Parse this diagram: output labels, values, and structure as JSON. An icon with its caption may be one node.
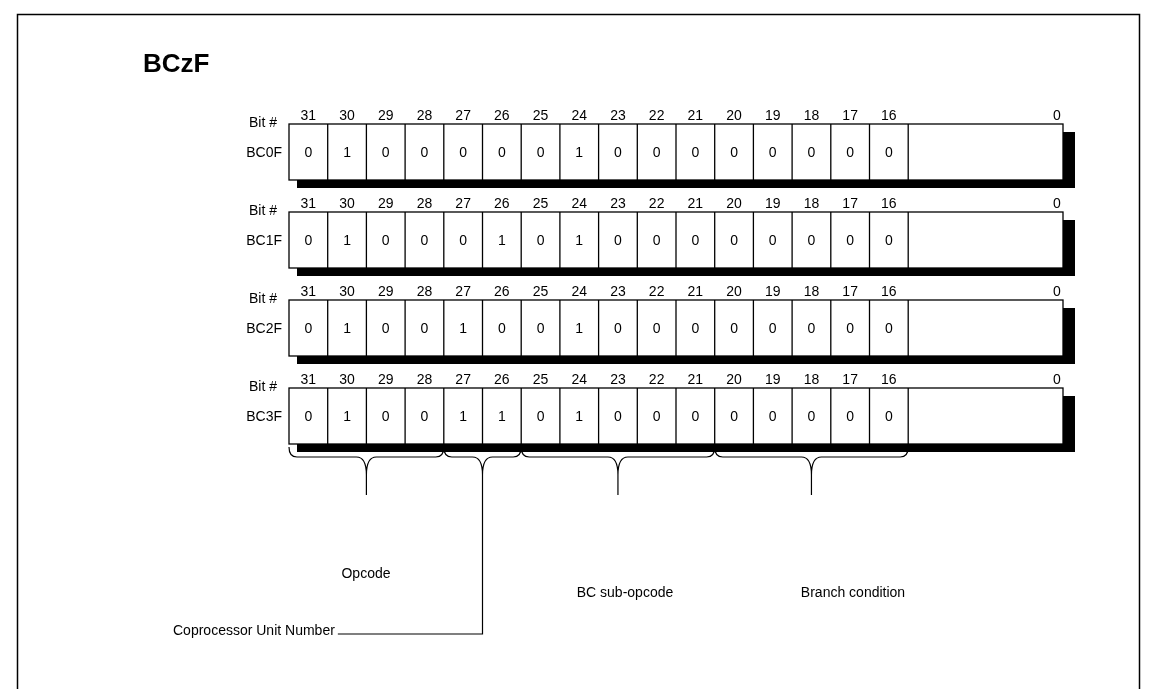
{
  "diagram": {
    "title": "BCzF",
    "nodes": [
      {
        "text": [
          "Coprocessor Unit Number"
        ]
      },
      {
        "text": [],
        "shape": "bracket"
      }
    ],
    "edges": [
      {
        "from": 0,
        "to": 1,
        "arrow": "none"
      }
    ],
    "labels": [
      "Bit #",
      "31",
      "30",
      "29",
      "28",
      "27",
      "26",
      "25",
      "24",
      "23",
      "22",
      "21",
      "20",
      "19",
      "18",
      "17",
      "16",
      "0",
      "BC0F",
      "0",
      "1",
      "0",
      "0",
      "0",
      "0",
      "0",
      "1",
      "0",
      "0",
      "0",
      "0",
      "0",
      "0",
      "0",
      "0",
      "Bit #",
      "31",
      "30",
      "29",
      "28",
      "27",
      "26",
      "25",
      "24",
      "23",
      "22",
      "21",
      "20",
      "19",
      "18",
      "17",
      "16",
      "0",
      "BC1F",
      "0",
      "1",
      "0",
      "0",
      "0",
      "1",
      "0",
      "1",
      "0",
      "0",
      "0",
      "0",
      "0",
      "0",
      "0",
      "0",
      "Bit #",
      "31",
      "30",
      "29",
      "28",
      "27",
      "26",
      "25",
      "24",
      "23",
      "22",
      "21",
      "20",
      "19",
      "18",
      "17",
      "16",
      "0",
      "BC2F",
      "0",
      "1",
      "0",
      "0",
      "1",
      "0",
      "0",
      "1",
      "0",
      "0",
      "0",
      "0",
      "0",
      "0",
      "0",
      "0",
      "Bit #",
      "31",
      "30",
      "29",
      "28",
      "27",
      "26",
      "25",
      "24",
      "23",
      "22",
      "21",
      "20",
      "19",
      "18",
      "17",
      "16",
      "0",
      "BC3F",
      "0",
      "1",
      "0",
      "0",
      "1",
      "1",
      "0",
      "1",
      "0",
      "0",
      "0",
      "0",
      "0",
      "0",
      "0",
      "0",
      "Opcode",
      "BC sub-opcode",
      "Branch condition"
    ]
  }
}
